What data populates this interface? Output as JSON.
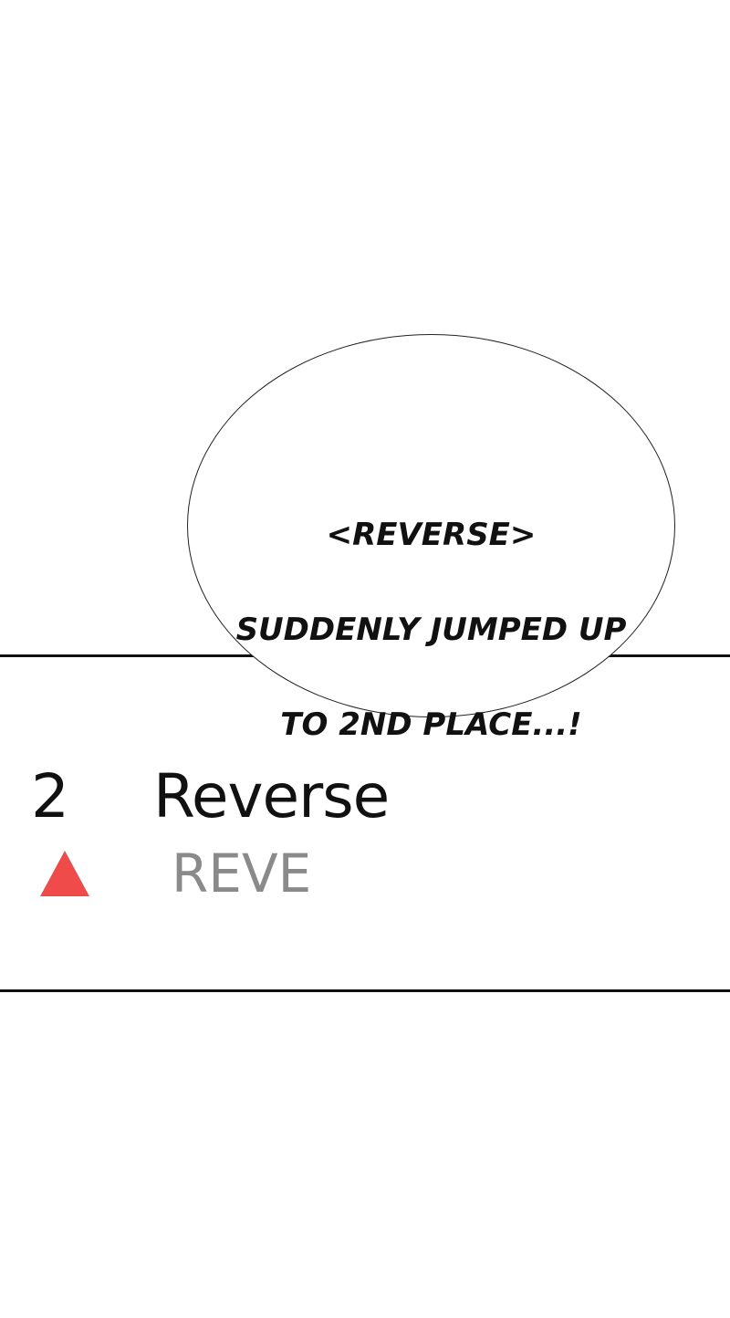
{
  "speech_bubble": {
    "lines": [
      "<REVERSE>",
      "SUDDENLY JUMPED UP",
      "TO 2ND PLACE...!"
    ]
  },
  "ranking": {
    "rank": "2",
    "title": "Reverse",
    "subtitle": "REVE",
    "trend_icon": "up-triangle-icon",
    "trend_color": "#ef4b4b"
  }
}
